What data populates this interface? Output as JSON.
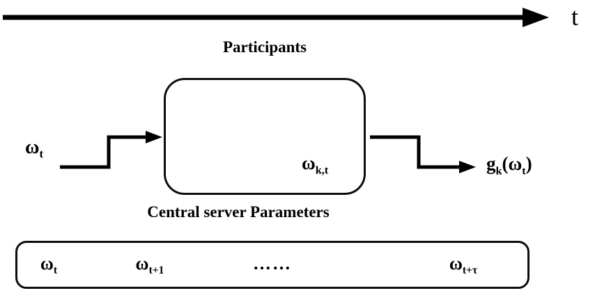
{
  "colors": {
    "line": "#000000",
    "trajectory": "#2066d8"
  },
  "timeline": {
    "axis_label": "t"
  },
  "participants": {
    "title": "Participants",
    "weight_label": {
      "base": "ω",
      "sub": "k,t"
    }
  },
  "input_label": {
    "base": "ω",
    "sub": "t"
  },
  "output_label": {
    "fn": "g",
    "fn_sub": "k",
    "open": "(",
    "arg": "ω",
    "arg_sub": "t",
    "close": ")"
  },
  "central_server": {
    "title": "Central server Parameters",
    "items": [
      {
        "base": "ω",
        "sub": "t"
      },
      {
        "base": "ω",
        "sub": "t+1"
      },
      {
        "base": "……",
        "sub": ""
      },
      {
        "base": "ω",
        "sub": "t+τ"
      }
    ]
  }
}
